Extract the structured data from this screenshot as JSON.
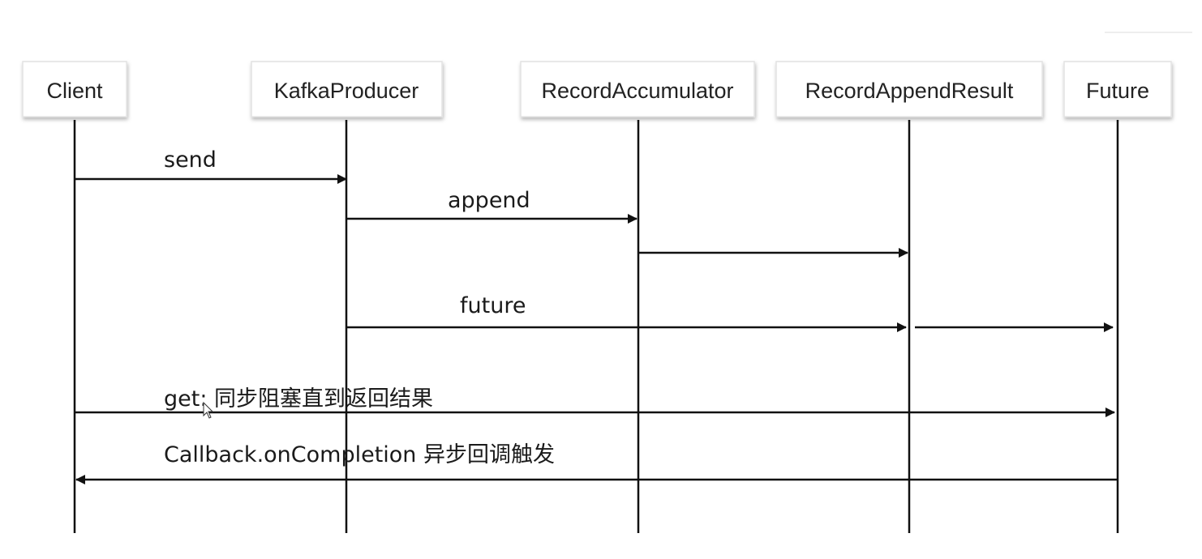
{
  "participants": {
    "client": "Client",
    "kafka_producer": "KafkaProducer",
    "record_accumulator": "RecordAccumulator",
    "record_append_result": "RecordAppendResult",
    "future": "Future"
  },
  "messages": {
    "send": "send",
    "append": "append",
    "future": "future",
    "get": "get: 同步阻塞直到返回结果",
    "callback": "Callback.onCompletion 异步回调触发"
  }
}
